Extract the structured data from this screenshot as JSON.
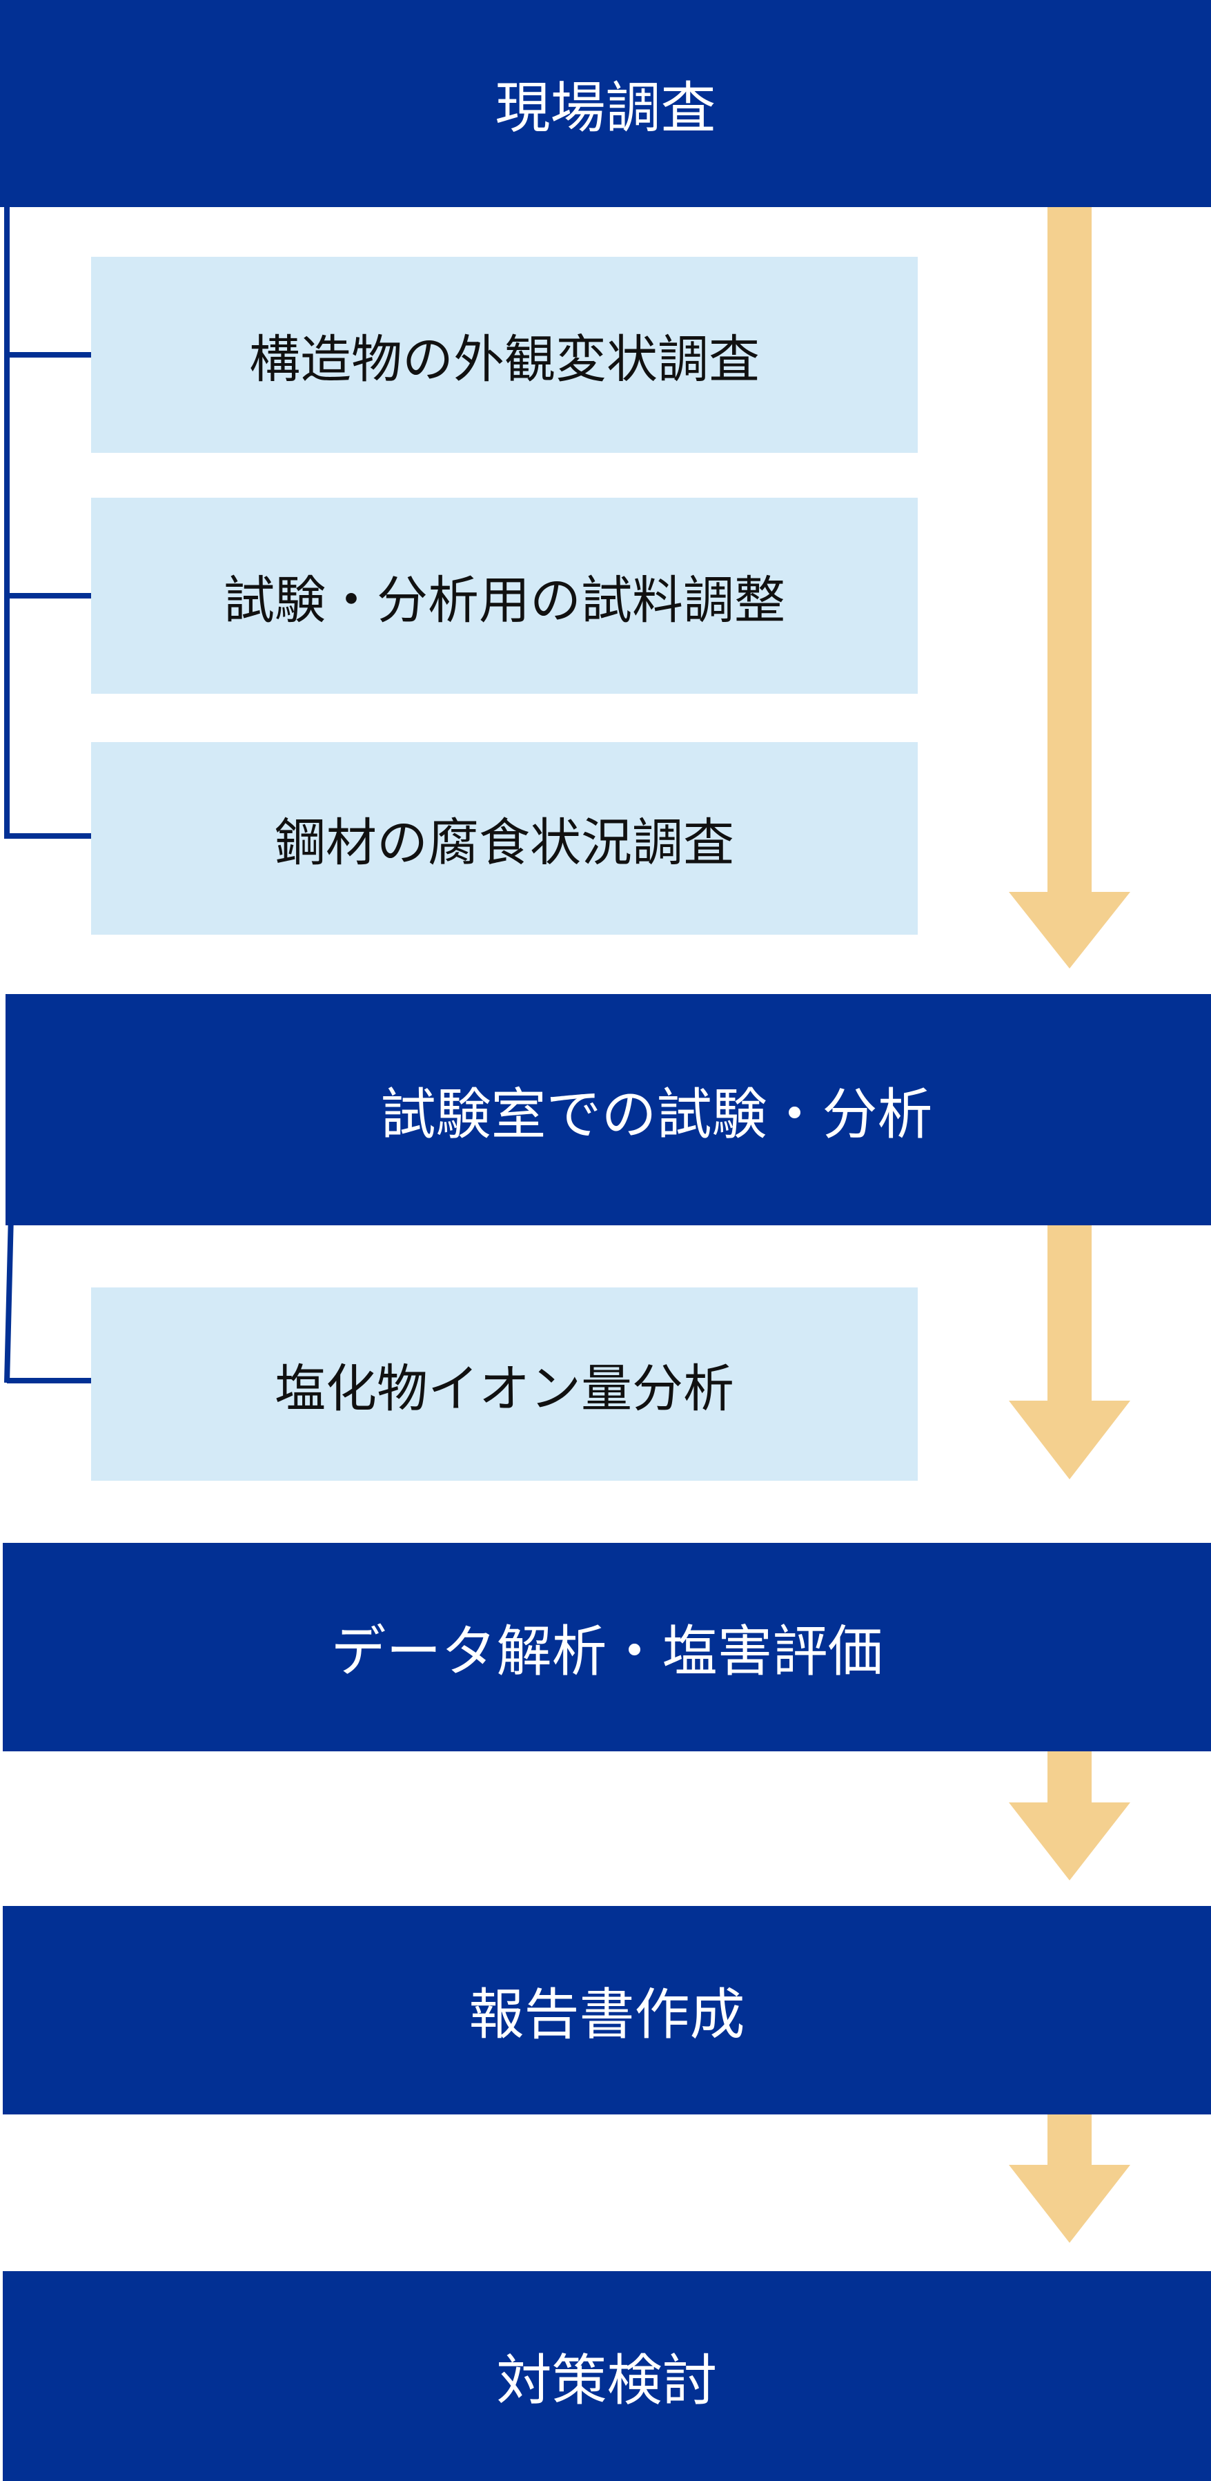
{
  "flow": {
    "step1": {
      "title": "現場調査",
      "subs": [
        "構造物の外観変状調査",
        "試験・分析用の試料調整",
        "鋼材の腐食状況調査"
      ]
    },
    "step2": {
      "title": "試験室での試験・分析",
      "subs": [
        "塩化物イオン量分析"
      ]
    },
    "step3": {
      "title": "データ解析・塩害評価"
    },
    "step4": {
      "title": "報告書作成"
    },
    "step5": {
      "title": "対策検討"
    }
  },
  "colors": {
    "main_box": "#023094",
    "sub_box": "#d4eaf7",
    "arrow": "#f4d08f",
    "connector": "#023094"
  }
}
